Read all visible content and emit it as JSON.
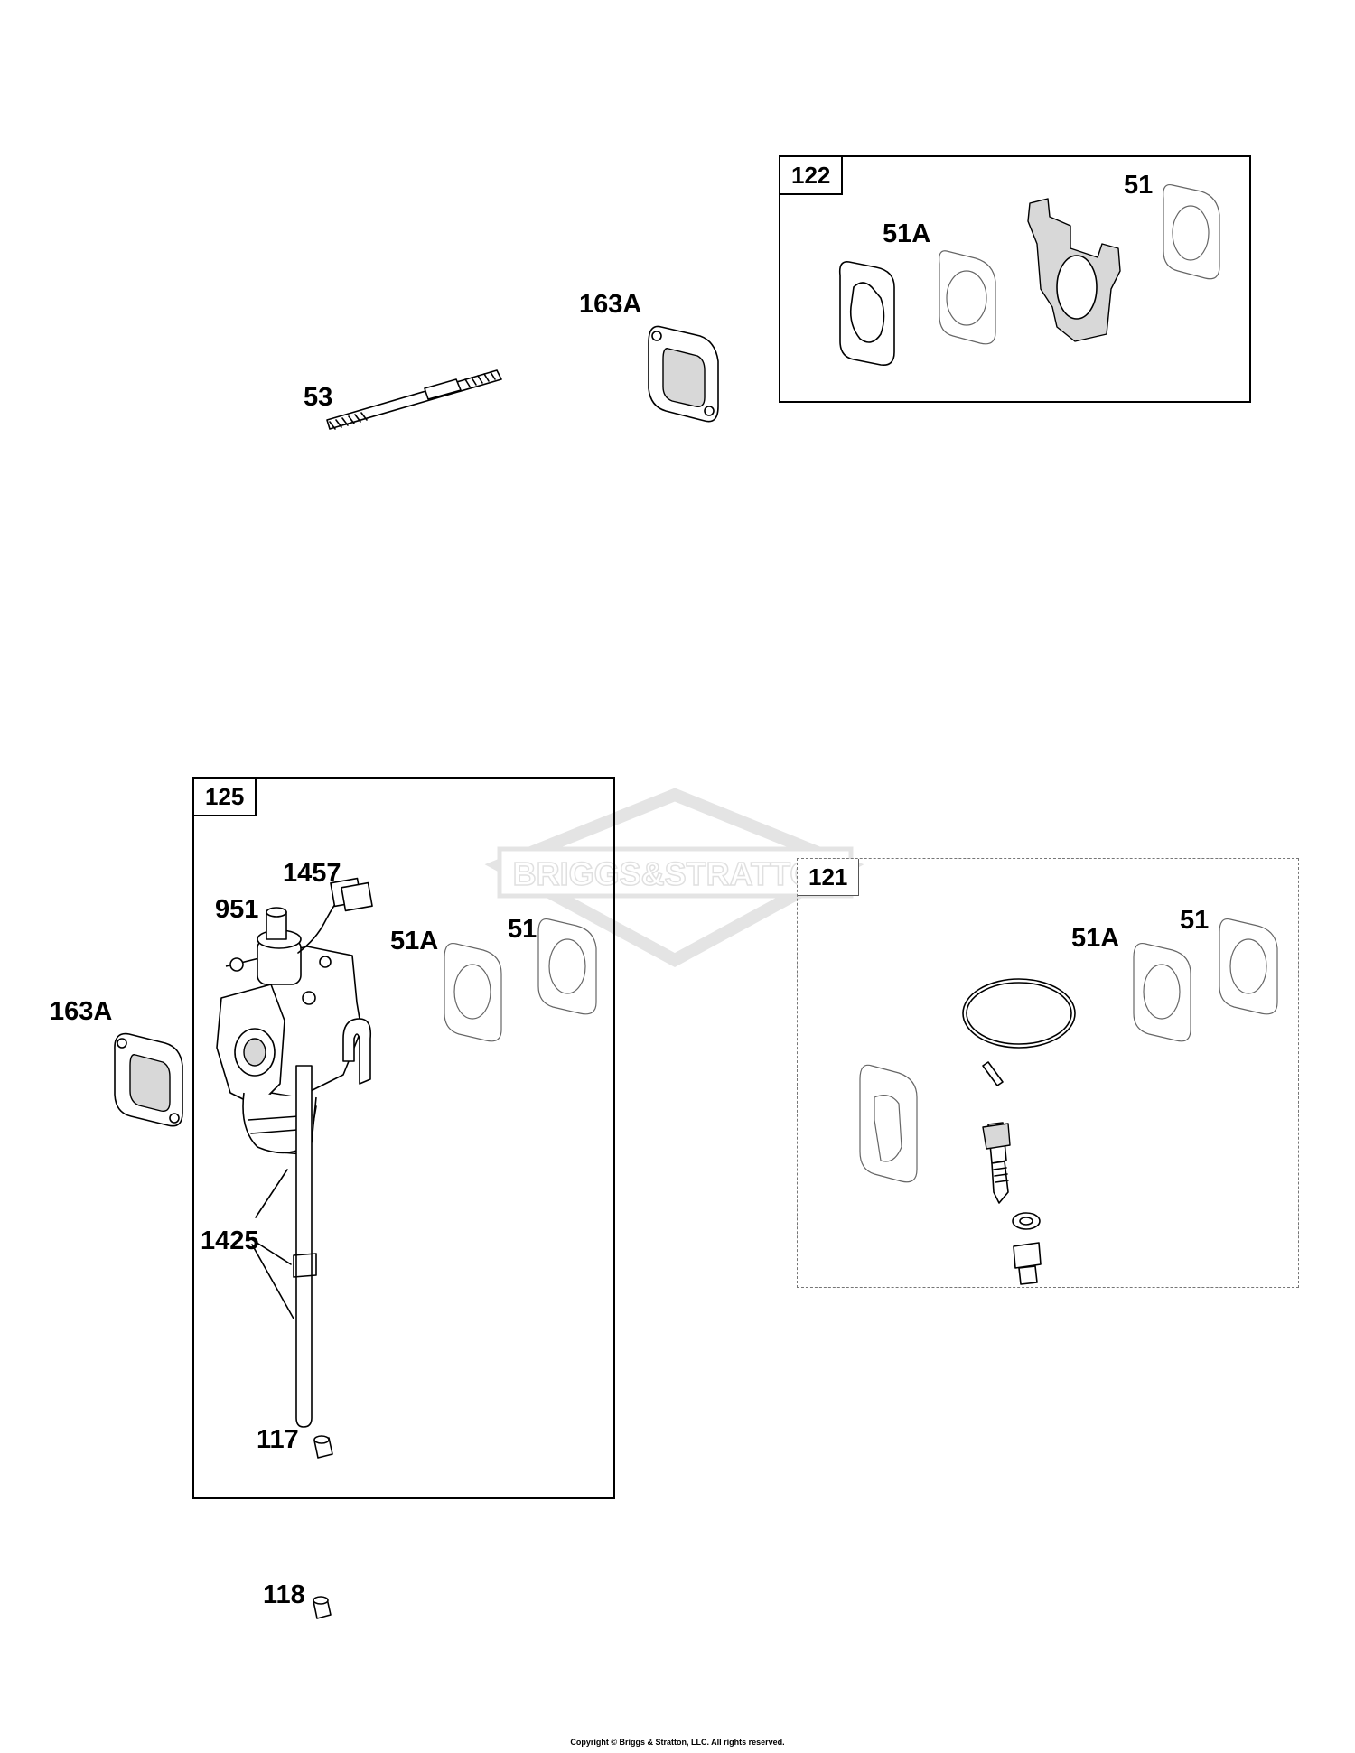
{
  "boxes": [
    {
      "id": "122",
      "label": "122",
      "style": "solid"
    },
    {
      "id": "125",
      "label": "125",
      "style": "solid"
    },
    {
      "id": "121",
      "label": "121",
      "style": "dashed"
    }
  ],
  "callouts": {
    "stud": "53",
    "gasket_top": "163A",
    "box122_gasket_51A": "51A",
    "box122_gasket_51": "51",
    "gasket_left": "163A",
    "solenoid_connector": "1457",
    "solenoid": "951",
    "box125_gasket_51A": "51A",
    "box125_gasket_51": "51",
    "fuel_line": "1425",
    "nut_117": "117",
    "nut_118": "118",
    "box121_gasket_51A": "51A",
    "box121_gasket_51": "51"
  },
  "watermark": "BRIGGS&STRATTON",
  "copyright": "Copyright © Briggs & Stratton, LLC. All rights reserved.",
  "colors": {
    "line": "#000000",
    "watermark": "#e6e6e6",
    "dashed_border": "#777777"
  }
}
